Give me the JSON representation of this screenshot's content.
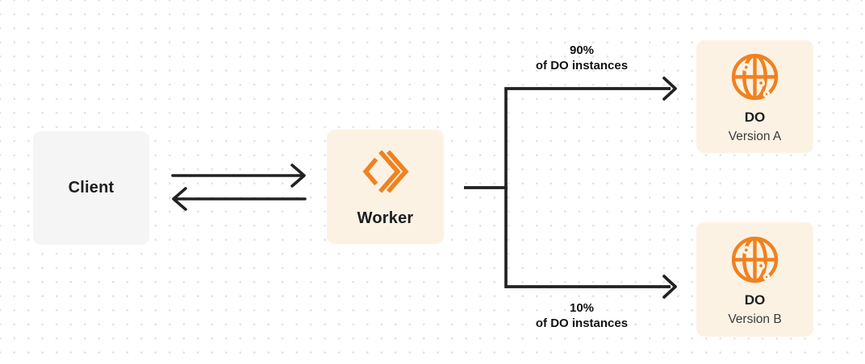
{
  "diagram": {
    "description": "Traffic split diagram: Client talks to Worker, Worker routes to two Durable Object versions",
    "nodes": {
      "client": {
        "label": "Client"
      },
      "worker": {
        "label": "Worker",
        "icon": "workers-chevron-icon"
      },
      "do_a": {
        "title": "DO",
        "subtitle": "Version A",
        "icon": "globe-icon"
      },
      "do_b": {
        "title": "DO",
        "subtitle": "Version B",
        "icon": "globe-icon"
      }
    },
    "edges": [
      {
        "from": "client",
        "to": "worker",
        "bidirectional": true
      },
      {
        "from": "worker",
        "to": "do_a",
        "label_percent": "90%",
        "label_caption": "of DO instances"
      },
      {
        "from": "worker",
        "to": "do_b",
        "label_percent": "10%",
        "label_caption": "of DO instances"
      }
    ],
    "edge_labels": {
      "top": {
        "percent": "90%",
        "caption": "of DO instances"
      },
      "bottom": {
        "percent": "10%",
        "caption": "of DO instances"
      }
    },
    "colors": {
      "brand_orange": "#f0811f",
      "node_cream": "#fcf2e4",
      "node_gray": "#f5f5f6",
      "line_dark": "#212121",
      "text_primary": "#1d1d1f",
      "text_secondary": "#3b3b39",
      "dot_grid": "#e3e3e3",
      "background": "#ffffff"
    }
  }
}
